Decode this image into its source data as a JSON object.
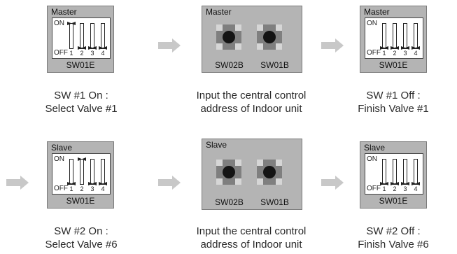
{
  "row1": {
    "panel1": {
      "title": "Master",
      "on": "ON",
      "off": "OFF",
      "nums": [
        "1",
        "2",
        "3",
        "4"
      ],
      "label": "SW01E",
      "on_switches": [
        1
      ]
    },
    "panel2": {
      "title": "Master",
      "left_label": "SW02B",
      "right_label": "SW01B"
    },
    "panel3": {
      "title": "Master",
      "on": "ON",
      "off": "OFF",
      "nums": [
        "1",
        "2",
        "3",
        "4"
      ],
      "label": "SW01E",
      "on_switches": []
    },
    "caption1": {
      "line1": "SW #1 On :",
      "line2": "Select Valve #1"
    },
    "caption2": {
      "line1": "Input the central control",
      "line2": "address of Indoor unit"
    },
    "caption3": {
      "line1": "SW #1 Off :",
      "line2": "Finish Valve #1"
    }
  },
  "row2": {
    "panel1": {
      "title": "Slave",
      "on": "ON",
      "off": "OFF",
      "nums": [
        "1",
        "2",
        "3",
        "4"
      ],
      "label": "SW01E",
      "on_switches": [
        2
      ]
    },
    "panel2": {
      "title": "Slave",
      "left_label": "SW02B",
      "right_label": "SW01B"
    },
    "panel3": {
      "title": "Slave",
      "on": "ON",
      "off": "OFF",
      "nums": [
        "1",
        "2",
        "3",
        "4"
      ],
      "label": "SW01E",
      "on_switches": []
    },
    "caption1": {
      "line1": "SW #2 On :",
      "line2": "Select Valve #6"
    },
    "caption2": {
      "line1": "Input the central control",
      "line2": "address of Indoor unit"
    },
    "caption3": {
      "line1": "SW #2 Off :",
      "line2": "Finish Valve #6"
    }
  },
  "colors": {
    "panel": "#b4b4b4",
    "arrow": "#c8c8c8",
    "button": "#141414"
  }
}
